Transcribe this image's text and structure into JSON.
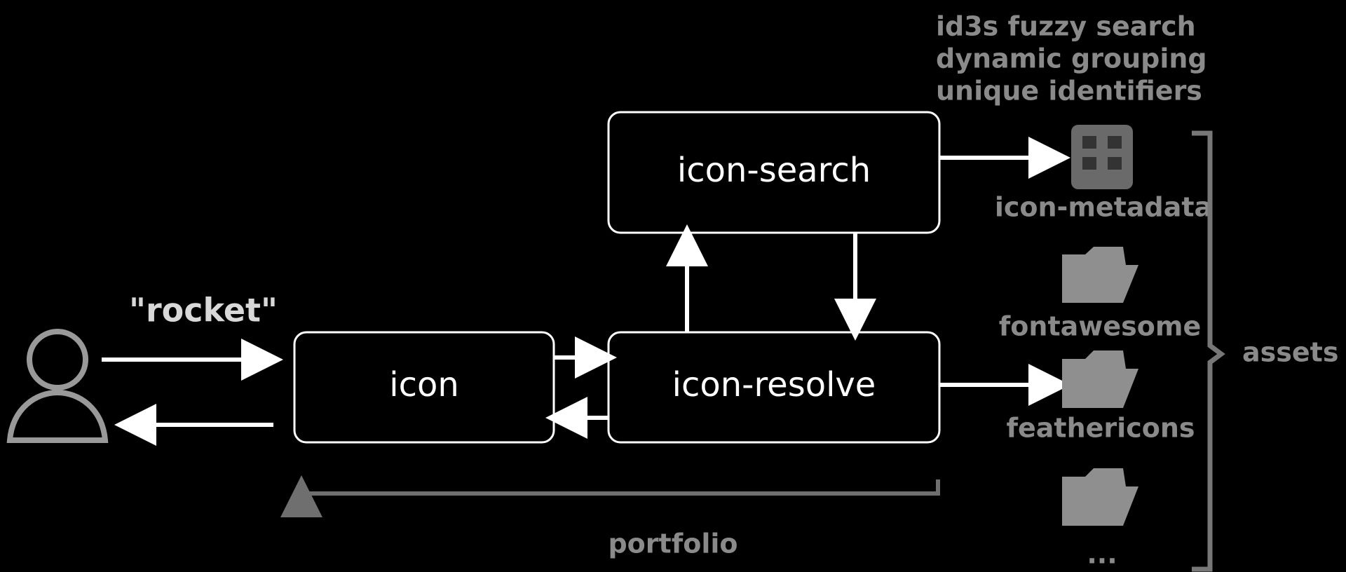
{
  "nodes": {
    "icon_search": {
      "label": "icon-search"
    },
    "icon": {
      "label": "icon"
    },
    "icon_resolve": {
      "label": "icon-resolve"
    }
  },
  "labels": {
    "query": "\"rocket\"",
    "portfolio": "portfolio",
    "assets": "assets",
    "search_info_line1": "id3s      fuzzy search",
    "search_info_line2": "dynamic grouping",
    "search_info_line3": "unique identifiers"
  },
  "assets": [
    {
      "icon": "grid-database-icon",
      "label": "icon-metadata"
    },
    {
      "icon": "folder-icon",
      "label": "fontawesome"
    },
    {
      "icon": "folder-icon",
      "label": "feathericons"
    },
    {
      "icon": "folder-icon",
      "label": "..."
    }
  ],
  "actors": {
    "user": {
      "icon": "user-icon"
    }
  },
  "colors": {
    "background": "#000000",
    "box_border": "#ffffff",
    "primary_text": "#ffffff",
    "secondary_text": "#8a8a8a",
    "gray_arrow": "#6f6f6f"
  }
}
